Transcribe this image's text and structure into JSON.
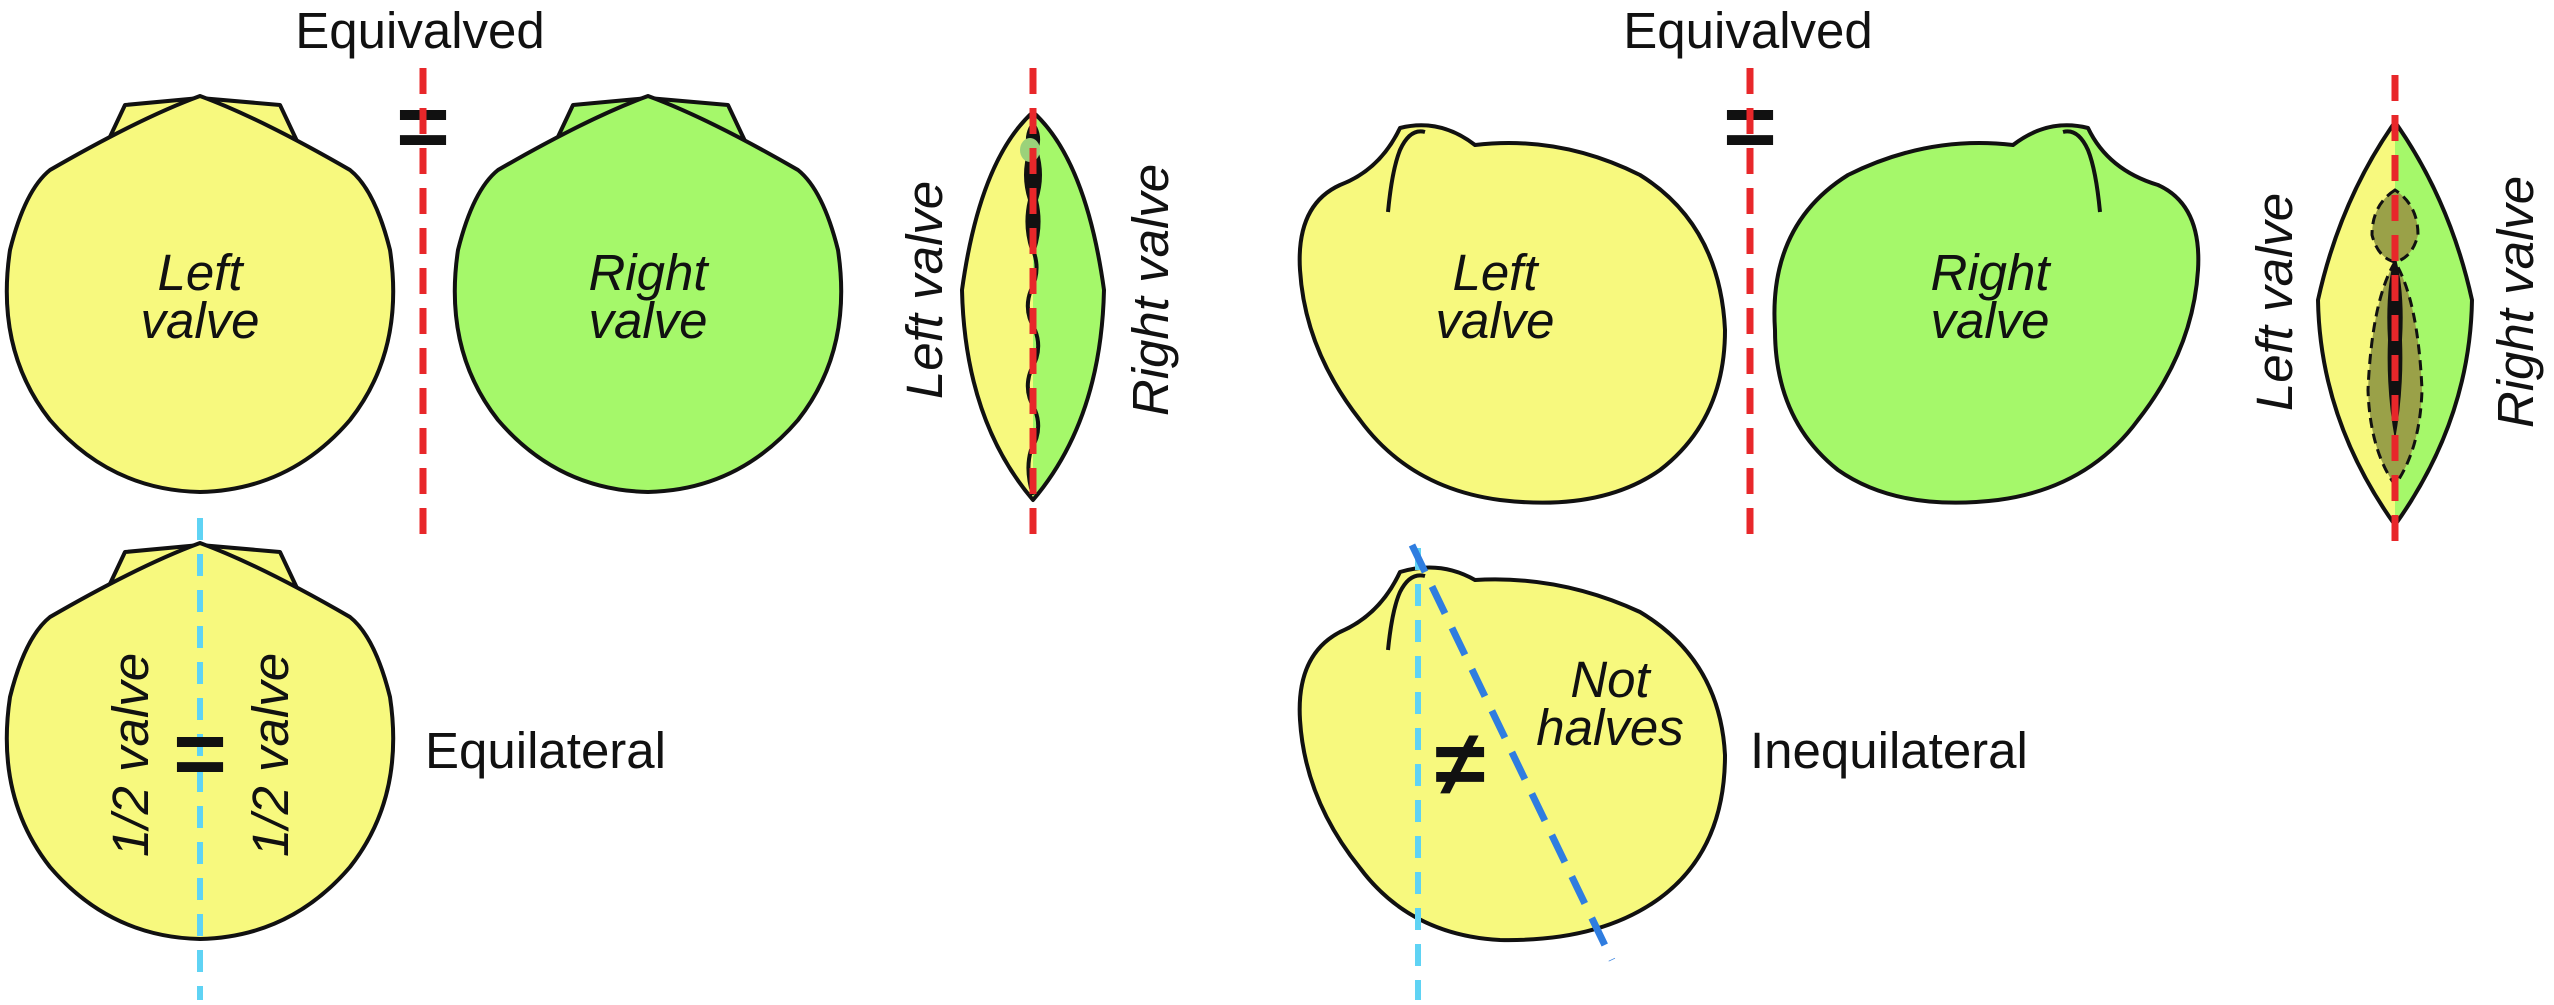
{
  "colors": {
    "left_valve_fill": "#f7f97e",
    "right_valve_fill": "#a5f86a",
    "plane_of_commissure": "#e8272a",
    "plane_of_symmetry": "#5fd3f4",
    "oblique_axis": "#2f7de0",
    "shadow_fill": "#9aa148",
    "outline": "#111111"
  },
  "left_panel": {
    "title": "Equivalved",
    "left_valve_label": [
      "Left",
      "valve"
    ],
    "right_valve_label": [
      "Right",
      "valve"
    ],
    "equal_symbol": "=",
    "side_left_label": "Left valve",
    "side_right_label": "Right valve",
    "half_label_left": "1/2 valve",
    "half_label_right": "1/2 valve",
    "half_equal_symbol": "=",
    "bottom_caption": "Equilateral"
  },
  "right_panel": {
    "title": "Equivalved",
    "left_valve_label": [
      "Left",
      "valve"
    ],
    "right_valve_label": [
      "Right",
      "valve"
    ],
    "equal_symbol": "=",
    "side_left_label": "Left valve",
    "side_right_label": "Right valve",
    "not_halves_label": [
      "Not",
      "halves"
    ],
    "not_equal_symbol": "≠",
    "bottom_caption": "Inequilateral"
  }
}
